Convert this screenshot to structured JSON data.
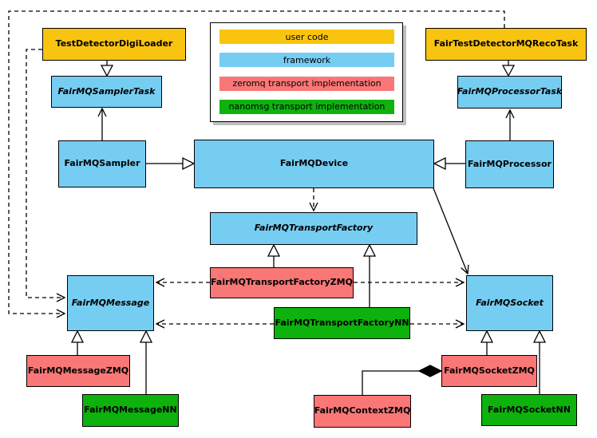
{
  "palette": {
    "user_code": "#F9C40F",
    "framework": "#76CDF2",
    "zeromq": "#F97777",
    "nanomsg": "#0DB20D",
    "line": "#000000",
    "background": "#FFFFFF"
  },
  "legend": {
    "items": [
      {
        "label": "user code",
        "color_key": "user_code"
      },
      {
        "label": "framework",
        "color_key": "framework"
      },
      {
        "label": "zeromq transport implementation",
        "color_key": "zeromq"
      },
      {
        "label": "nanomsg transport implementation",
        "color_key": "nanomsg"
      }
    ]
  },
  "classes": {
    "test_detector_digi_loader": {
      "label": "TestDetectorDigiLoader",
      "category": "user_code",
      "abstract": false
    },
    "fair_test_detector_mq_reco_task": {
      "label": "FairTestDetectorMQRecoTask",
      "category": "user_code",
      "abstract": false
    },
    "fairmq_sampler_task": {
      "label": "FairMQSamplerTask",
      "category": "framework",
      "abstract": true
    },
    "fairmq_processor_task": {
      "label": "FairMQProcessorTask",
      "category": "framework",
      "abstract": true
    },
    "fairmq_sampler": {
      "label": "FairMQSampler",
      "category": "framework",
      "abstract": false
    },
    "fairmq_device": {
      "label": "FairMQDevice",
      "category": "framework",
      "abstract": false
    },
    "fairmq_processor": {
      "label": "FairMQProcessor",
      "category": "framework",
      "abstract": false
    },
    "fairmq_transport_factory": {
      "label": "FairMQTransportFactory",
      "category": "framework",
      "abstract": true
    },
    "fairmq_transport_factory_zmq": {
      "label": "FairMQTransportFactoryZMQ",
      "category": "zeromq",
      "abstract": false
    },
    "fairmq_transport_factory_nn": {
      "label": "FairMQTransportFactoryNN",
      "category": "nanomsg",
      "abstract": false
    },
    "fairmq_message": {
      "label": "FairMQMessage",
      "category": "framework",
      "abstract": true
    },
    "fairmq_socket": {
      "label": "FairMQSocket",
      "category": "framework",
      "abstract": true
    },
    "fairmq_message_zmq": {
      "label": "FairMQMessageZMQ",
      "category": "zeromq",
      "abstract": false
    },
    "fairmq_message_nn": {
      "label": "FairMQMessageNN",
      "category": "nanomsg",
      "abstract": false
    },
    "fairmq_socket_zmq": {
      "label": "FairMQSocketZMQ",
      "category": "zeromq",
      "abstract": false
    },
    "fairmq_socket_nn": {
      "label": "FairMQSocketNN",
      "category": "nanomsg",
      "abstract": false
    },
    "fairmq_context_zmq": {
      "label": "FairMQContextZMQ",
      "category": "zeromq",
      "abstract": false
    }
  },
  "relationships": [
    {
      "from": "TestDetectorDigiLoader",
      "to": "FairMQSamplerTask",
      "type": "inheritance"
    },
    {
      "from": "FairTestDetectorMQRecoTask",
      "to": "FairMQProcessorTask",
      "type": "inheritance"
    },
    {
      "from": "FairMQSampler",
      "to": "FairMQSamplerTask",
      "type": "association"
    },
    {
      "from": "FairMQProcessor",
      "to": "FairMQProcessorTask",
      "type": "association"
    },
    {
      "from": "FairMQSampler",
      "to": "FairMQDevice",
      "type": "inheritance"
    },
    {
      "from": "FairMQProcessor",
      "to": "FairMQDevice",
      "type": "inheritance"
    },
    {
      "from": "FairMQDevice",
      "to": "FairMQTransportFactory",
      "type": "dependency-dashed"
    },
    {
      "from": "FairMQDevice",
      "to": "FairMQSocket",
      "type": "association"
    },
    {
      "from": "FairMQTransportFactoryZMQ",
      "to": "FairMQTransportFactory",
      "type": "inheritance"
    },
    {
      "from": "FairMQTransportFactoryNN",
      "to": "FairMQTransportFactory",
      "type": "inheritance"
    },
    {
      "from": "FairMQTransportFactoryZMQ",
      "to": "FairMQMessage",
      "type": "dependency-dashed"
    },
    {
      "from": "FairMQTransportFactoryZMQ",
      "to": "FairMQSocket",
      "type": "dependency-dashed"
    },
    {
      "from": "FairMQTransportFactoryNN",
      "to": "FairMQMessage",
      "type": "dependency-dashed"
    },
    {
      "from": "FairMQTransportFactoryNN",
      "to": "FairMQSocket",
      "type": "dependency-dashed"
    },
    {
      "from": "FairTestDetectorMQRecoTask",
      "to": "FairMQMessage",
      "type": "dependency-dashed"
    },
    {
      "from": "TestDetectorDigiLoader",
      "to": "FairMQMessage",
      "type": "dependency-dashed"
    },
    {
      "from": "FairMQMessageZMQ",
      "to": "FairMQMessage",
      "type": "inheritance"
    },
    {
      "from": "FairMQMessageNN",
      "to": "FairMQMessage",
      "type": "inheritance"
    },
    {
      "from": "FairMQSocketZMQ",
      "to": "FairMQSocket",
      "type": "inheritance"
    },
    {
      "from": "FairMQSocketNN",
      "to": "FairMQSocket",
      "type": "inheritance"
    },
    {
      "from": "FairMQContextZMQ",
      "to": "FairMQSocketZMQ",
      "type": "composition"
    }
  ]
}
